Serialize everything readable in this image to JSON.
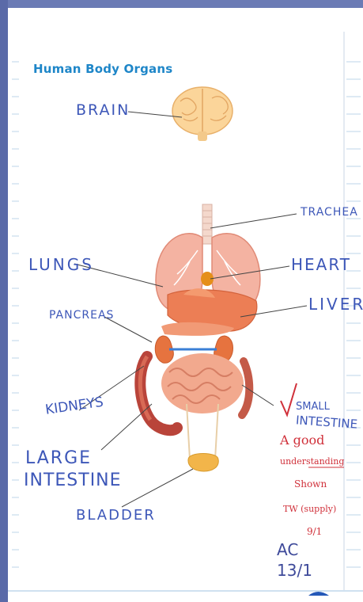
{
  "title": "Human Body Organs",
  "labels": {
    "brain": "BRAIN",
    "trachea": "TRACHEA",
    "lungs": "LUNGS",
    "heart": "HEART",
    "pancreas": "PANCREAS",
    "liver": "LIVER",
    "kidneys": "KIDNEYS",
    "small_intestine_1": "SMALL",
    "small_intestine_2": "INTESTINE",
    "large_intestine_1": "LARGE",
    "large_intestine_2": "INTESTINE",
    "bladder": "BLADDER"
  },
  "teacher_comment": {
    "tick": "✓",
    "line1": "A good",
    "line2": "understanding",
    "line3": "Shown",
    "line4": "TW (supply)",
    "line5": "9/1"
  },
  "initials": {
    "name": "AC",
    "date": "13/1"
  },
  "colors": {
    "title": "#1e86c8",
    "handwriting": "#3d57b8",
    "teacher_pen": "#d0303a",
    "border": "#5a6aa8"
  }
}
